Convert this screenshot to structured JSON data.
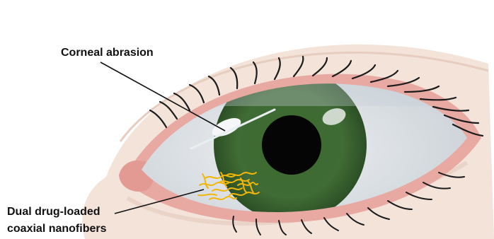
{
  "labels": {
    "corneal_abrasion": "Corneal abrasion",
    "nanofibers_line1": "Dual drug-loaded",
    "nanofibers_line2": "coaxial nanofibers"
  },
  "colors": {
    "skin": "#f3e3d9",
    "skin_shadow": "#e8cfc2",
    "lid_rim": "#e8a9a2",
    "caruncle": "#e39a93",
    "sclera": "#dde2e6",
    "iris": "#3f6b34",
    "iris_dark": "#2c4f25",
    "pupil": "#050505",
    "lashes": "#1b1b1b",
    "nanofibers": "#f2b60b",
    "leader_lines": "#111111"
  },
  "icons": [
    "eye-illustration",
    "abrasion-mark",
    "nanofiber-patch"
  ]
}
